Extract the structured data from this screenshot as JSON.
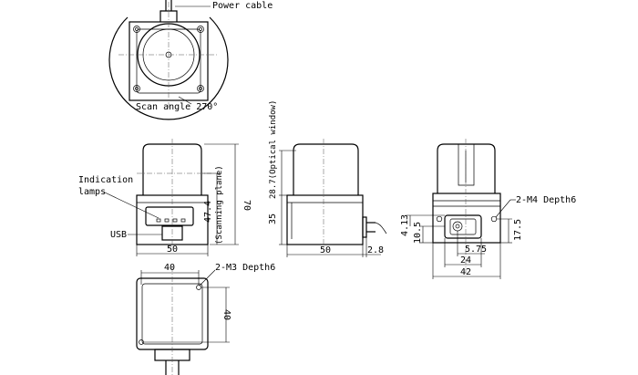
{
  "labels": {
    "power_cable": "Power cable",
    "scan_angle": "Scan angle 270°",
    "indication_lamps_1": "Indication",
    "indication_lamps_2": "lamps",
    "usb": "USB",
    "optical_window": "28.7(Optical window)",
    "scanning_plane_value": "47.4",
    "scanning_plane_label": "(Scanning plane)",
    "m4_depth": "2-M4 Depth6",
    "m3_depth": "2-M3 Depth6"
  },
  "dimensions": {
    "front_width": "50",
    "front_height": "70",
    "side_width": "50",
    "side_height": "35",
    "side_connector": "2.8",
    "rear_width": "42",
    "rear_24": "24",
    "rear_575": "5.75",
    "rear_413": "4.13",
    "rear_105": "10.5",
    "rear_175": "17.5",
    "bottom_width": "40",
    "bottom_height": "40"
  }
}
